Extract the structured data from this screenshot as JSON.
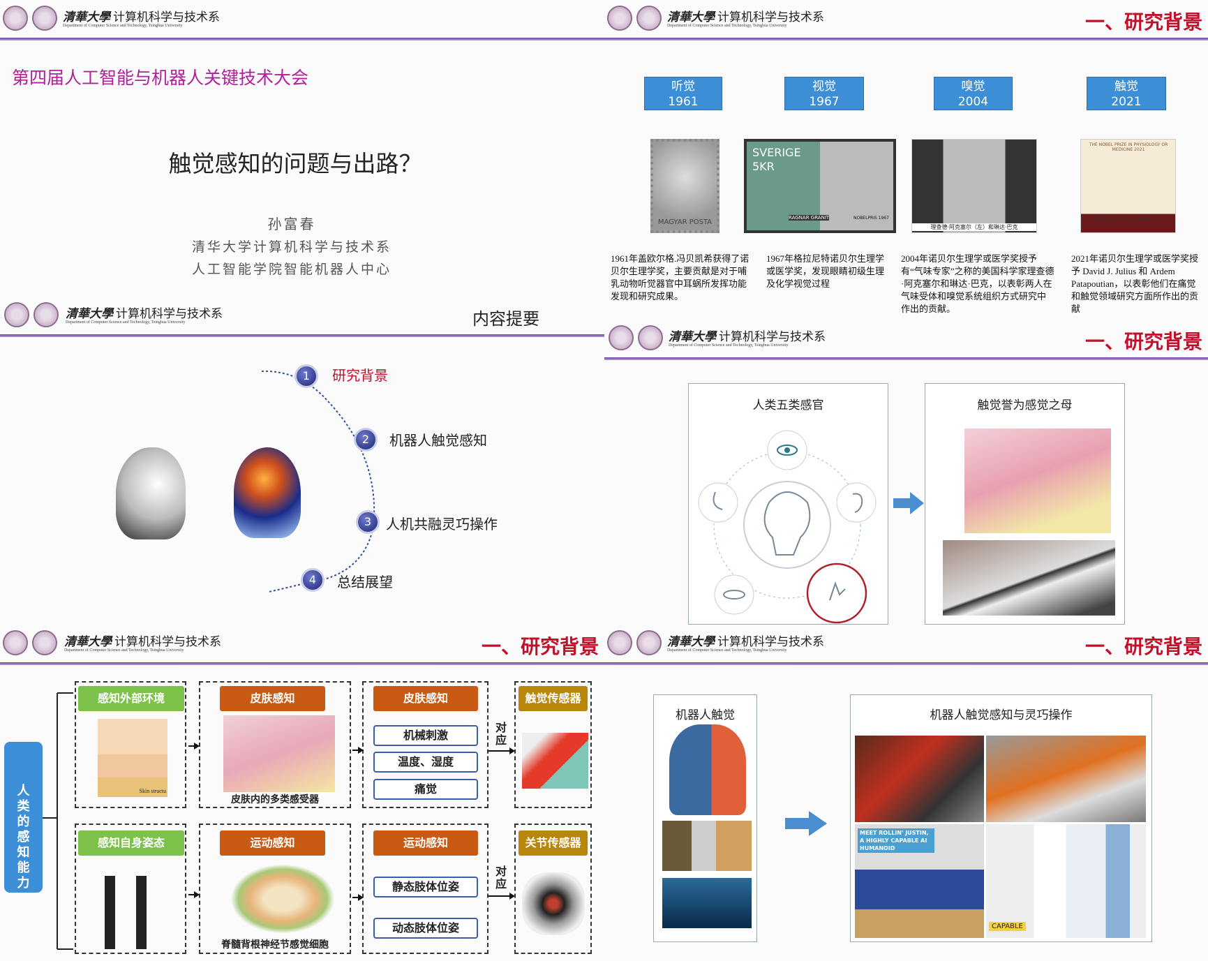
{
  "header": {
    "school": "清華大學",
    "dept": "计算机科学与技术系",
    "dept_en": "Department of Computer Science and Technology, Tsinghua University"
  },
  "slide1": {
    "conference": "第四届人工智能与机器人关键技术大会",
    "title": "触觉感知的问题与出路？",
    "author": "孙富春",
    "affil1": "清华大学计算机科学与技术系",
    "affil2": "人工智能学院智能机器人中心"
  },
  "slide2": {
    "section": "内容提要",
    "items": [
      {
        "n": "1",
        "label": "研究背景"
      },
      {
        "n": "2",
        "label": "机器人触觉感知"
      },
      {
        "n": "3",
        "label": "人机共融灵巧操作"
      },
      {
        "n": "4",
        "label": "总结展望"
      }
    ]
  },
  "section_title": "一、研究背景",
  "nobel": {
    "senses": [
      {
        "name": "听觉",
        "year": "1961",
        "desc": "1961年盖欧尔格.冯贝凯希获得了诺贝尔生理学奖，主要贡献是对于哺乳动物听觉器官中耳蜗所发挥功能发现和研究成果。"
      },
      {
        "name": "视觉",
        "year": "1967",
        "desc": "1967年格拉尼特诺贝尔生理学或医学奖，发现眼睛初级生理及化学视觉过程"
      },
      {
        "name": "嗅觉",
        "year": "2004",
        "desc": "2004年诺贝尔生理学或医学奖授予有“气味专家”之称的美国科学家理查德·阿克塞尔和琳达·巴克，以表彰两人在气味受体和嗅觉系统组织方式研究中作出的贡献。"
      },
      {
        "name": "触觉",
        "year": "2021",
        "desc": "2021年诺贝尔生理学或医学奖授予 David J. Julius 和 Ardem Patapoutian，以表彰他们在痛觉和触觉领域研究方面所作出的贡献"
      }
    ],
    "stamp1": "MAGYAR POSTA",
    "stamp2a": "SVERIGE",
    "stamp2b": "5KR",
    "stamp2c": "RAGNAR GRANIT",
    "stamp2d": "NOBELPRIS 1967",
    "photo3": "理查德·阿克塞尔（左）和琳达·巴克",
    "photo4a": "THE NOBEL PRIZE IN PHYSIOLOGY OR MEDICINE 2021",
    "photo4b": "David Julius   Ardem Patapoutian"
  },
  "senses_slide": {
    "left_title": "人类五类感官",
    "right_title": "触觉誉为感觉之母"
  },
  "diagram": {
    "root": "人类的感知能力",
    "row1": {
      "a": "感知外部环境",
      "b": "皮肤感知",
      "b_cap": "皮肤内的多类感受器",
      "c": "皮肤感知",
      "c_items": [
        "机械刺激",
        "温度、湿度",
        "痛觉"
      ],
      "corr": "对应",
      "d": "触觉传感器"
    },
    "row2": {
      "a": "感知自身姿态",
      "b": "运动感知",
      "b_cap": "脊髓背根神经节感觉细胞",
      "c": "运动感知",
      "c_items": [
        "静态肢体位姿",
        "动态肢体位姿"
      ],
      "corr": "对应",
      "d": "关节传感器"
    },
    "skin_label": "Skin structu"
  },
  "robot_slide": {
    "left_title": "机器人触觉",
    "right_title": "机器人触觉感知与灵巧操作",
    "justin": "MEET ROLLIN' JUSTIN, A HIGHLY CAPABLE AI HUMANOID",
    "capable": "CAPABLE"
  },
  "colors": {
    "accent_red": "#c0102a",
    "conf_magenta": "#b0209a",
    "header_purple": "#6b3fa0",
    "sense_blue": "#3c8fd6"
  }
}
